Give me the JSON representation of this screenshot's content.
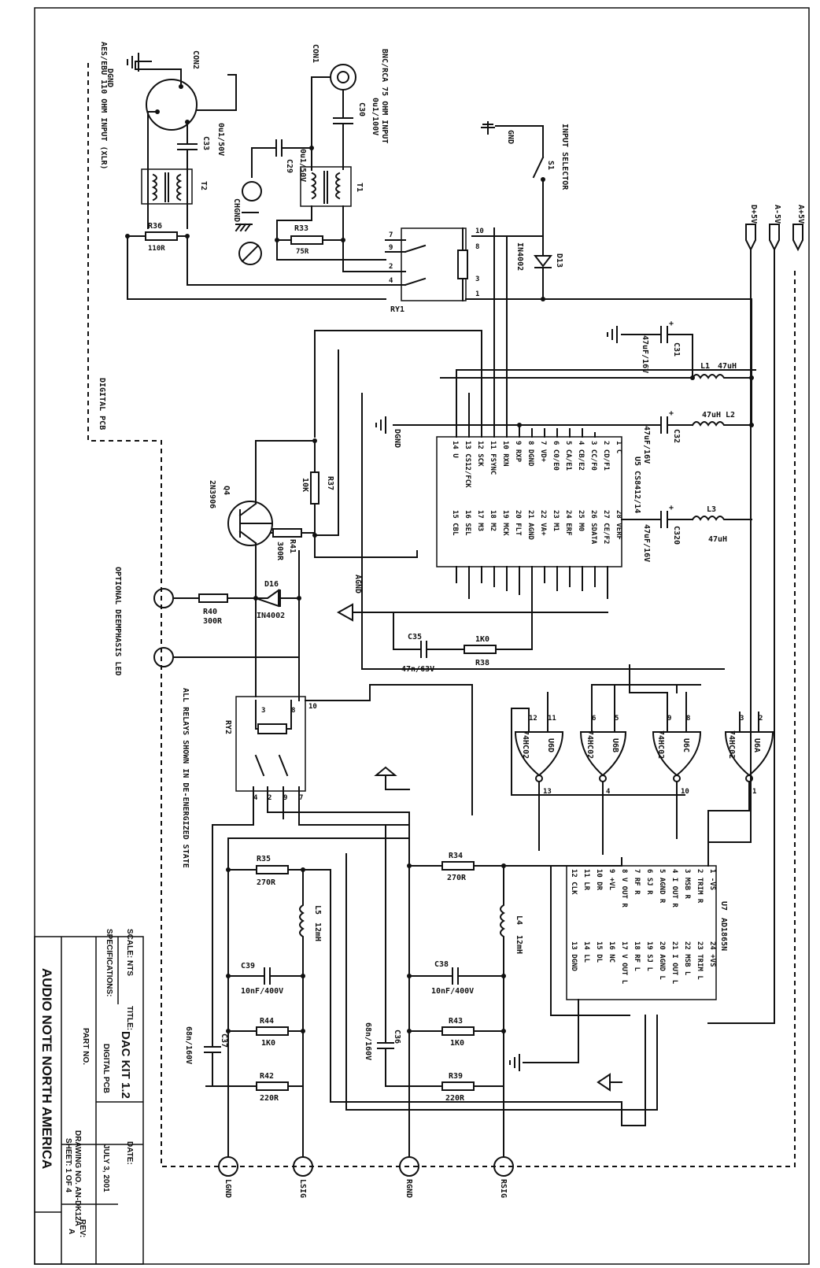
{
  "connectors": {
    "aes": "AES/EBU 110 OHM INPUT (XLR)",
    "bnc": "BNC/RCA 75 OHM INPUT",
    "dgnd": "DGND",
    "dgnd2": "DGND",
    "con2": "CON2",
    "con1": "CON1",
    "chgnd": "CHGND",
    "gnd": "GND",
    "input_selector": "INPUT SELECTOR",
    "s1": "S1",
    "d5v": "D+5V",
    "am5v": "A-5V",
    "ap5v": "A+5V",
    "agnd": "AGND",
    "deemph": "OPTIONAL DEEMPHASIS LED",
    "digital_pcb": "DIGITAL PCB",
    "relays_note": "ALL RELAYS SHOWN IN DE-ENERGIZED STATE",
    "lgnd": "LGND",
    "lsig": "LSIG",
    "rgnd": "RGND",
    "rsig": "RSIG"
  },
  "parts": {
    "c33": "C33",
    "c33v": "0u1/50V",
    "c30": "C30",
    "c30v": "0u1/100V",
    "c29": "C29",
    "c29v": "0u1/50V",
    "t2": "T2",
    "t1": "T1",
    "r36": "R36",
    "r36v": "110R",
    "r33": "R33",
    "r33v": "75R",
    "ry1": "RY1",
    "ry2": "RY2",
    "d13": "D13",
    "d13v": "IN4002",
    "d16": "D16",
    "d16v": "IN4002",
    "c31": "C31",
    "c31v": "47uF/16V",
    "l1": "L1",
    "l1v": "47uH",
    "l2": "L2",
    "l2v": "47uH",
    "l3": "L3",
    "l3v": "47uH",
    "c32": "C32",
    "c32v": "47uF/16V",
    "c320": "C320",
    "c320v": "47uF/16V",
    "q4": "Q4",
    "q4v": "2N3906",
    "r37": "R37",
    "r37v": "10K",
    "r41": "R41",
    "r41v": "300R",
    "r40": "R40",
    "r40v": "300R",
    "c35": "C35",
    "c35v": "47n/63V",
    "r38": "R38",
    "r38v": "1K0",
    "u5": "U5 CS8412/14",
    "u6a": "U6A",
    "u6b": "U6B",
    "u6c": "U6C",
    "u6d": "U6D",
    "hc02": "74HC02",
    "u7": "U7",
    "u7v": "AD1865N",
    "r35": "R35",
    "r35v": "270R",
    "r34": "R34",
    "r34v": "270R",
    "l5": "L5",
    "l5v": "12mH",
    "l4": "L4",
    "l4v": "12mH",
    "c39": "C39",
    "c39v": "10nF/400V",
    "c38": "C38",
    "c38v": "10nF/400V",
    "r44": "R44",
    "r44v": "1K0",
    "r43": "R43",
    "r43v": "1K0",
    "c37": "C37",
    "c37v": "68n/160V",
    "c36": "C36",
    "c36v": "68n/160V",
    "r42": "R42",
    "r42v": "220R",
    "r39": "R39",
    "r39v": "220R"
  },
  "u5_pins_left": [
    "14 U",
    "13 CS12/FCK",
    "12 SCK",
    "11 FSYNC",
    "10 RXN",
    "9 RXP",
    "8 DGND",
    "7 VD+",
    "6 C0/E0",
    "5 CA/E1",
    "4 CB/E2",
    "3 CC/F0",
    "2 CD/F1",
    "1 C"
  ],
  "u5_pins_right": [
    "15 CBL",
    "16 SEL",
    "17 M3",
    "18 M2",
    "19 MCK",
    "20 FLT",
    "21 AGND",
    "22 VA+",
    "23 M1",
    "24 ERF",
    "25 M0",
    "26 SDATA",
    "27 CE/F2",
    "28 VERF"
  ],
  "u7_pins_left": [
    "12 CLK",
    "11 LR",
    "10 DR",
    "9 +VL",
    "8 V OUT R",
    "7 RF R",
    "6 SJ R",
    "5 AGND R",
    "4 I OUT R",
    "3 MSB R",
    "2 TRIM R",
    "1 -VS"
  ],
  "u7_pins_right": [
    "13 DGND",
    "14 LL",
    "15 DL",
    "16 NC",
    "17 V OUT L",
    "18 RF L",
    "19 SJ L",
    "20 AGND L",
    "21 I OUT L",
    "22 MSB L",
    "23 TRIM L",
    "24 +VS"
  ],
  "title_block": {
    "scale": "SCALE: NTS",
    "specs": "SPECIFICATIONS:",
    "title_label": "TITLE:",
    "title": "DAC KIT 1.2",
    "subtitle": "DIGITAL PCB",
    "part_no": "PART NO.",
    "date_label": "DATE:",
    "date": "JULY 3, 2001",
    "drawing": "DRAWING NO. AN-DK12A",
    "sheet": "SHEET: 1 OF 4",
    "rev_label": "REV:",
    "rev": "A",
    "company": "AUDIO NOTE NORTH AMERICA"
  }
}
